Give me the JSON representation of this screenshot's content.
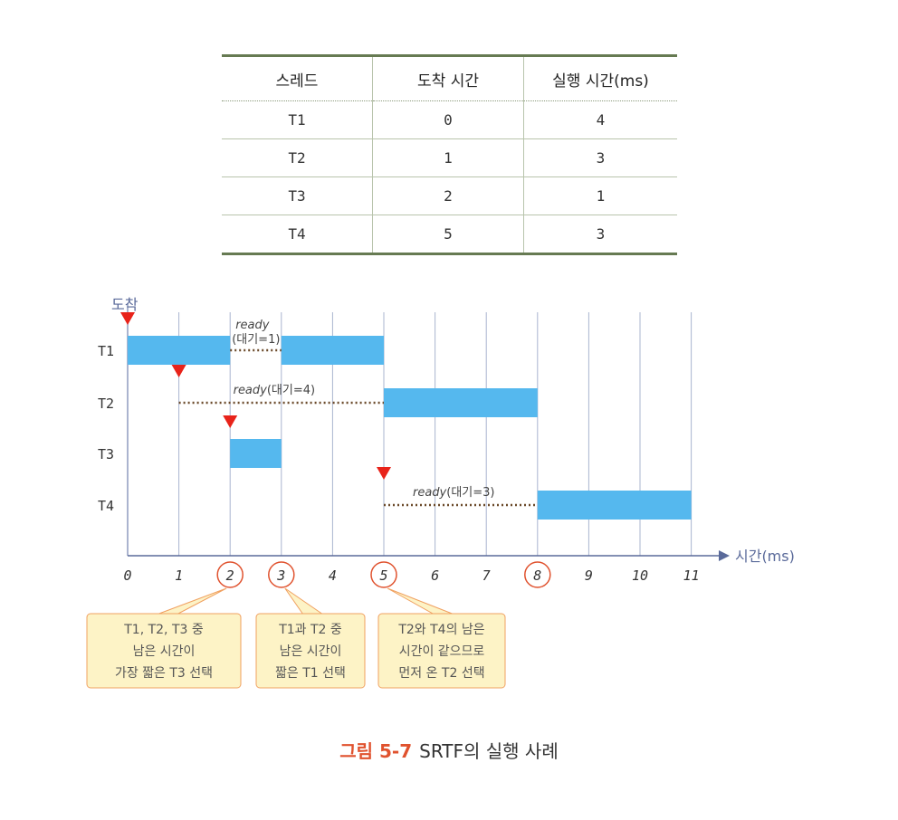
{
  "table": {
    "headers": [
      "스레드",
      "도착 시간",
      "실행 시간(ms)"
    ],
    "rows": [
      [
        "T1",
        "0",
        "4"
      ],
      [
        "T2",
        "1",
        "3"
      ],
      [
        "T3",
        "2",
        "1"
      ],
      [
        "T4",
        "5",
        "3"
      ]
    ]
  },
  "diagram": {
    "arrival_label": "도착",
    "axis_label": "시간(ms)",
    "ticks": [
      "0",
      "1",
      "2",
      "3",
      "4",
      "5",
      "6",
      "7",
      "8",
      "9",
      "10",
      "11"
    ],
    "circled_ticks": [
      2,
      3,
      5,
      8
    ],
    "threads": [
      {
        "name": "T1",
        "arrival": 0,
        "runs": [
          [
            0,
            2
          ],
          [
            3,
            5
          ]
        ],
        "wait": {
          "from": 2,
          "to": 3,
          "label_ready": "ready",
          "label_wait": "(대기=1)"
        }
      },
      {
        "name": "T2",
        "arrival": 1,
        "runs": [
          [
            5,
            8
          ]
        ],
        "wait": {
          "from": 1,
          "to": 5,
          "label_ready": "ready",
          "label_wait": "(대기=4)"
        }
      },
      {
        "name": "T3",
        "arrival": 2,
        "runs": [
          [
            2,
            3
          ]
        ]
      },
      {
        "name": "T4",
        "arrival": 5,
        "runs": [
          [
            8,
            11
          ]
        ],
        "wait": {
          "from": 5,
          "to": 8,
          "label_ready": "ready",
          "label_wait": "(대기=3)"
        }
      }
    ],
    "callouts": [
      {
        "tick": 2,
        "lines": [
          "T1, T2, T3 중",
          "남은 시간이",
          "가장 짧은 T3 선택"
        ]
      },
      {
        "tick": 3,
        "lines": [
          "T1과 T2 중",
          "남은 시간이",
          "짧은 T1 선택"
        ]
      },
      {
        "tick": 5,
        "lines": [
          "T2와 T4의 남은",
          "시간이 같으므로",
          "먼저 온 T2 선택"
        ]
      }
    ]
  },
  "caption": {
    "number": "그림 5-7",
    "text": "SRTF의 실행 사례"
  },
  "colors": {
    "bar": "#55b8ee",
    "marker": "#e8231a",
    "circle": "#e0522e",
    "callout_fill": "#fdf3c6",
    "callout_stroke": "#f0a060",
    "wait_line": "#6b4a2a"
  }
}
